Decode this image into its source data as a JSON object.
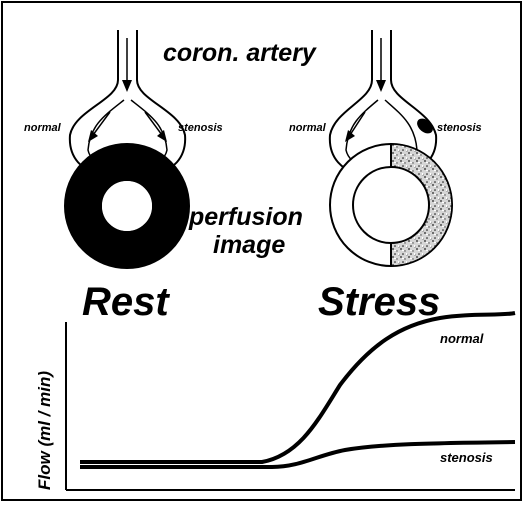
{
  "labels": {
    "artery": "coron. artery",
    "normal_left": "normal",
    "stenosis_left": "stenosis",
    "normal_right": "normal",
    "stenosis_right": "stenosis",
    "perfusion_line1": "perfusion",
    "perfusion_line2": "image",
    "rest": "Rest",
    "stress": "Stress"
  },
  "chart_data": {
    "type": "line",
    "ylabel": "Flow (ml / min)",
    "series": [
      {
        "name": "normal"
      },
      {
        "name": "stenosis"
      }
    ]
  },
  "colors": {
    "ink": "#000000",
    "paper": "#ffffff",
    "ischemic_fill": "#c8c8c8"
  }
}
